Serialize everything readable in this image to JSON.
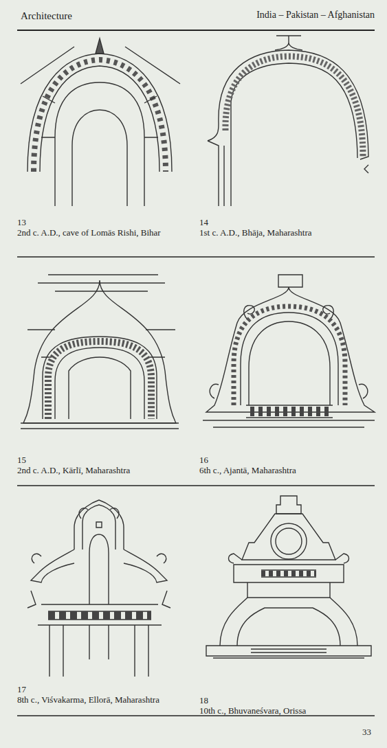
{
  "diagram": {
    "labels": [
      "Architecture",
      "India – Pakistan – Afghanistan",
      "13",
      "2nd c. A.D., cave of Lomās Rishi, Bihar",
      "14",
      "1st c. A.D., Bhāja, Maharashtra",
      "15",
      "2nd c. A.D., Kārlī, Maharashtra",
      "16",
      "6th c., Ajantā, Maharashtra",
      "17",
      "8th c., Viśvakarma, Ellorā, Maharashtra",
      "18",
      "10th c., Bhuvaneśvara, Orissa",
      "33"
    ]
  }
}
